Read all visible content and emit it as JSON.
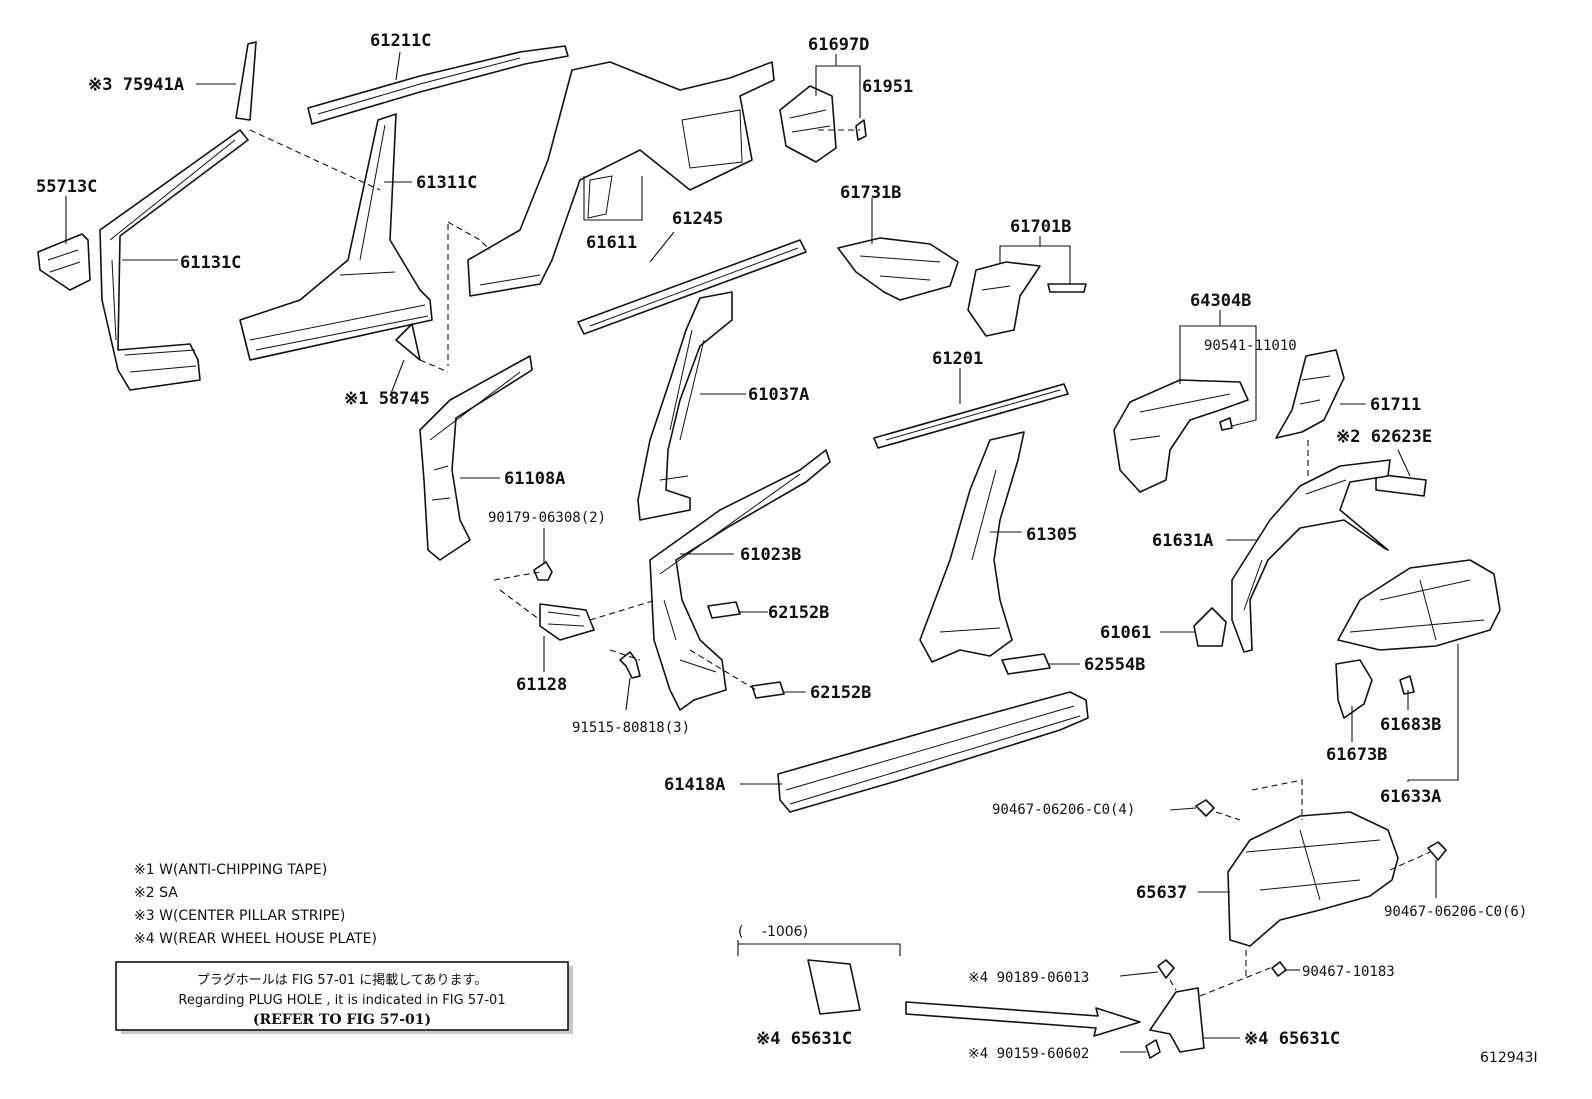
{
  "labels": {
    "l75941a": "※3 75941A",
    "l61211c": "61211C",
    "l55713c": "55713C",
    "l61311c": "61311C",
    "l61131c": "61131C",
    "l58745": "※1 58745",
    "l61611": "61611",
    "l61245": "61245",
    "l61697d": "61697D",
    "l61951": "61951",
    "l61731b": "61731B",
    "l61701b": "61701B",
    "l61037a": "61037A",
    "l61108a": "61108A",
    "l90179": "90179-06308(2)",
    "l61023b": "61023B",
    "l62152b_1": "62152B",
    "l62152b_2": "62152B",
    "l61128": "61128",
    "l91515": "91515-80818(3)",
    "l61201": "61201",
    "l61305": "61305",
    "l62554b": "62554B",
    "l61418a": "61418A",
    "l64304b": "64304B",
    "l90541": "90541-11010",
    "l61711": "61711",
    "l62623e": "※2 62623E",
    "l61631a": "61631A",
    "l61061": "61061",
    "l61683b": "61683B",
    "l61673b": "61673B",
    "l61633a": "61633A",
    "l90467_4": "90467-06206-C0(4)",
    "l65637": "65637",
    "l90467_6": "90467-06206-C0(6)",
    "l90467_10183": "90467-10183",
    "l90189": "※4 90189-06013",
    "l65631c_1": "※4 65631C",
    "l65631c_2": "※4 65631C",
    "l90159": "※4 90159-60602",
    "l1006": "(　 -1006)",
    "fig_id": "612943I"
  },
  "notes": [
    "※1 W(ANTI-CHIPPING TAPE)",
    "※2 SA",
    "※3 W(CENTER PILLAR STRIPE)",
    "※4 W(REAR WHEEL HOUSE PLATE)"
  ],
  "reference_box": {
    "line1": "プラグホールは FIG 57-01 に掲載してあります。",
    "line2": "Regarding PLUG HOLE , it is indicated in FIG 57-01",
    "line3": "(REFER TO FIG 57-01)"
  }
}
